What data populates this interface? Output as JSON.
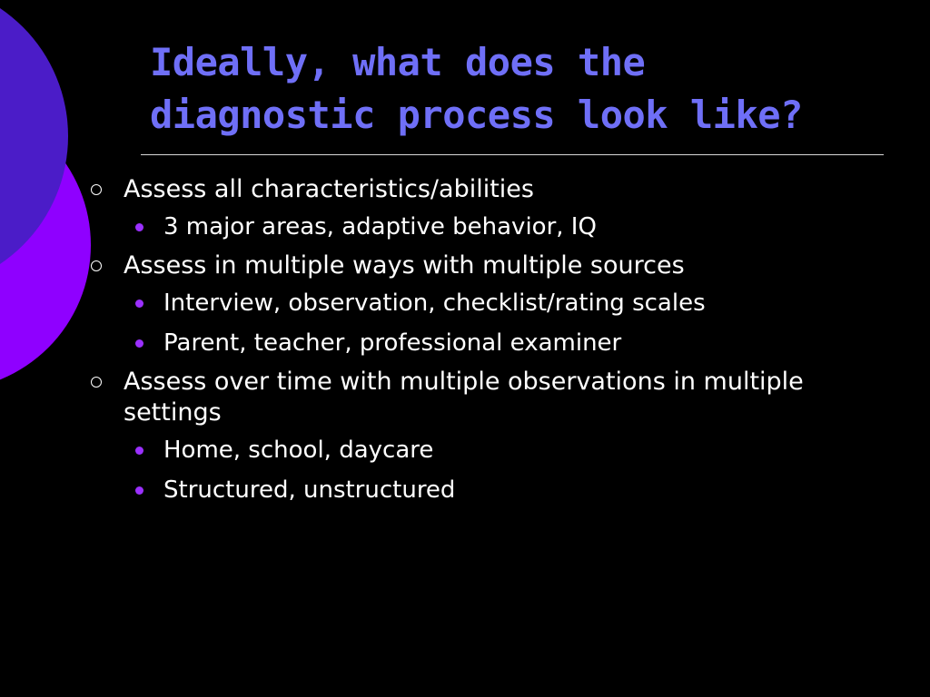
{
  "slide": {
    "title_lines": [
      "Ideally, what does the",
      "diagnostic process look like?"
    ],
    "bullets": [
      {
        "text": "Assess all characteristics/abilities",
        "sub": [
          "3 major areas, adaptive behavior, IQ"
        ]
      },
      {
        "text": "Assess in multiple ways with multiple sources",
        "sub": [
          "Interview, observation, checklist/rating scales",
          "Parent, teacher, professional examiner"
        ]
      },
      {
        "text": "Assess over time with multiple observations in multiple settings",
        "sub": [
          "Home, school, daycare",
          "Structured, unstructured"
        ]
      }
    ]
  },
  "colors": {
    "background": "#000000",
    "title": "#6f6ff7",
    "body_text": "#ffffff",
    "sub_bullet": "#9b30ff",
    "decor_dark": "#4b1cc8",
    "decor_light": "#8f00ff"
  },
  "icons": {
    "level1_bullet": "hollow-circle-icon",
    "level2_bullet": "filled-dot-icon"
  }
}
